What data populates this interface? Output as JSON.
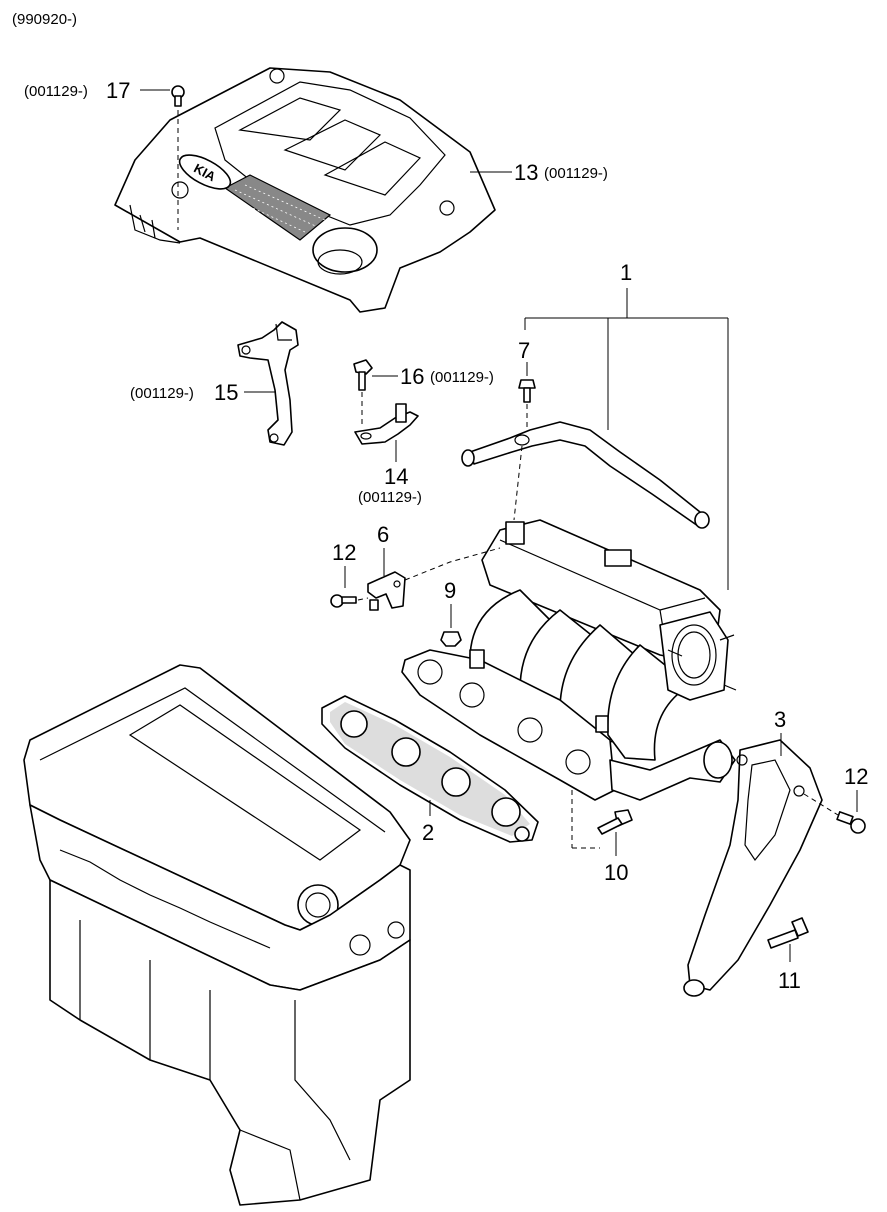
{
  "header": {
    "date_code": "(990920-)"
  },
  "callouts": {
    "c1": {
      "number": "1"
    },
    "c2": {
      "number": "2"
    },
    "c3": {
      "number": "3"
    },
    "c6": {
      "number": "6"
    },
    "c7": {
      "number": "7"
    },
    "c9": {
      "number": "9"
    },
    "c10": {
      "number": "10"
    },
    "c11": {
      "number": "11"
    },
    "c12a": {
      "number": "12"
    },
    "c12b": {
      "number": "12"
    },
    "c13": {
      "number": "13",
      "code": "(001129-)"
    },
    "c14": {
      "number": "14",
      "code": "(001129-)"
    },
    "c15": {
      "number": "15",
      "code": "(001129-)"
    },
    "c16": {
      "number": "16",
      "code": "(001129-)"
    },
    "c17": {
      "number": "17",
      "code": "(001129-)"
    }
  },
  "logo_text": "KIA",
  "colors": {
    "line": "#000000",
    "background": "#ffffff"
  }
}
